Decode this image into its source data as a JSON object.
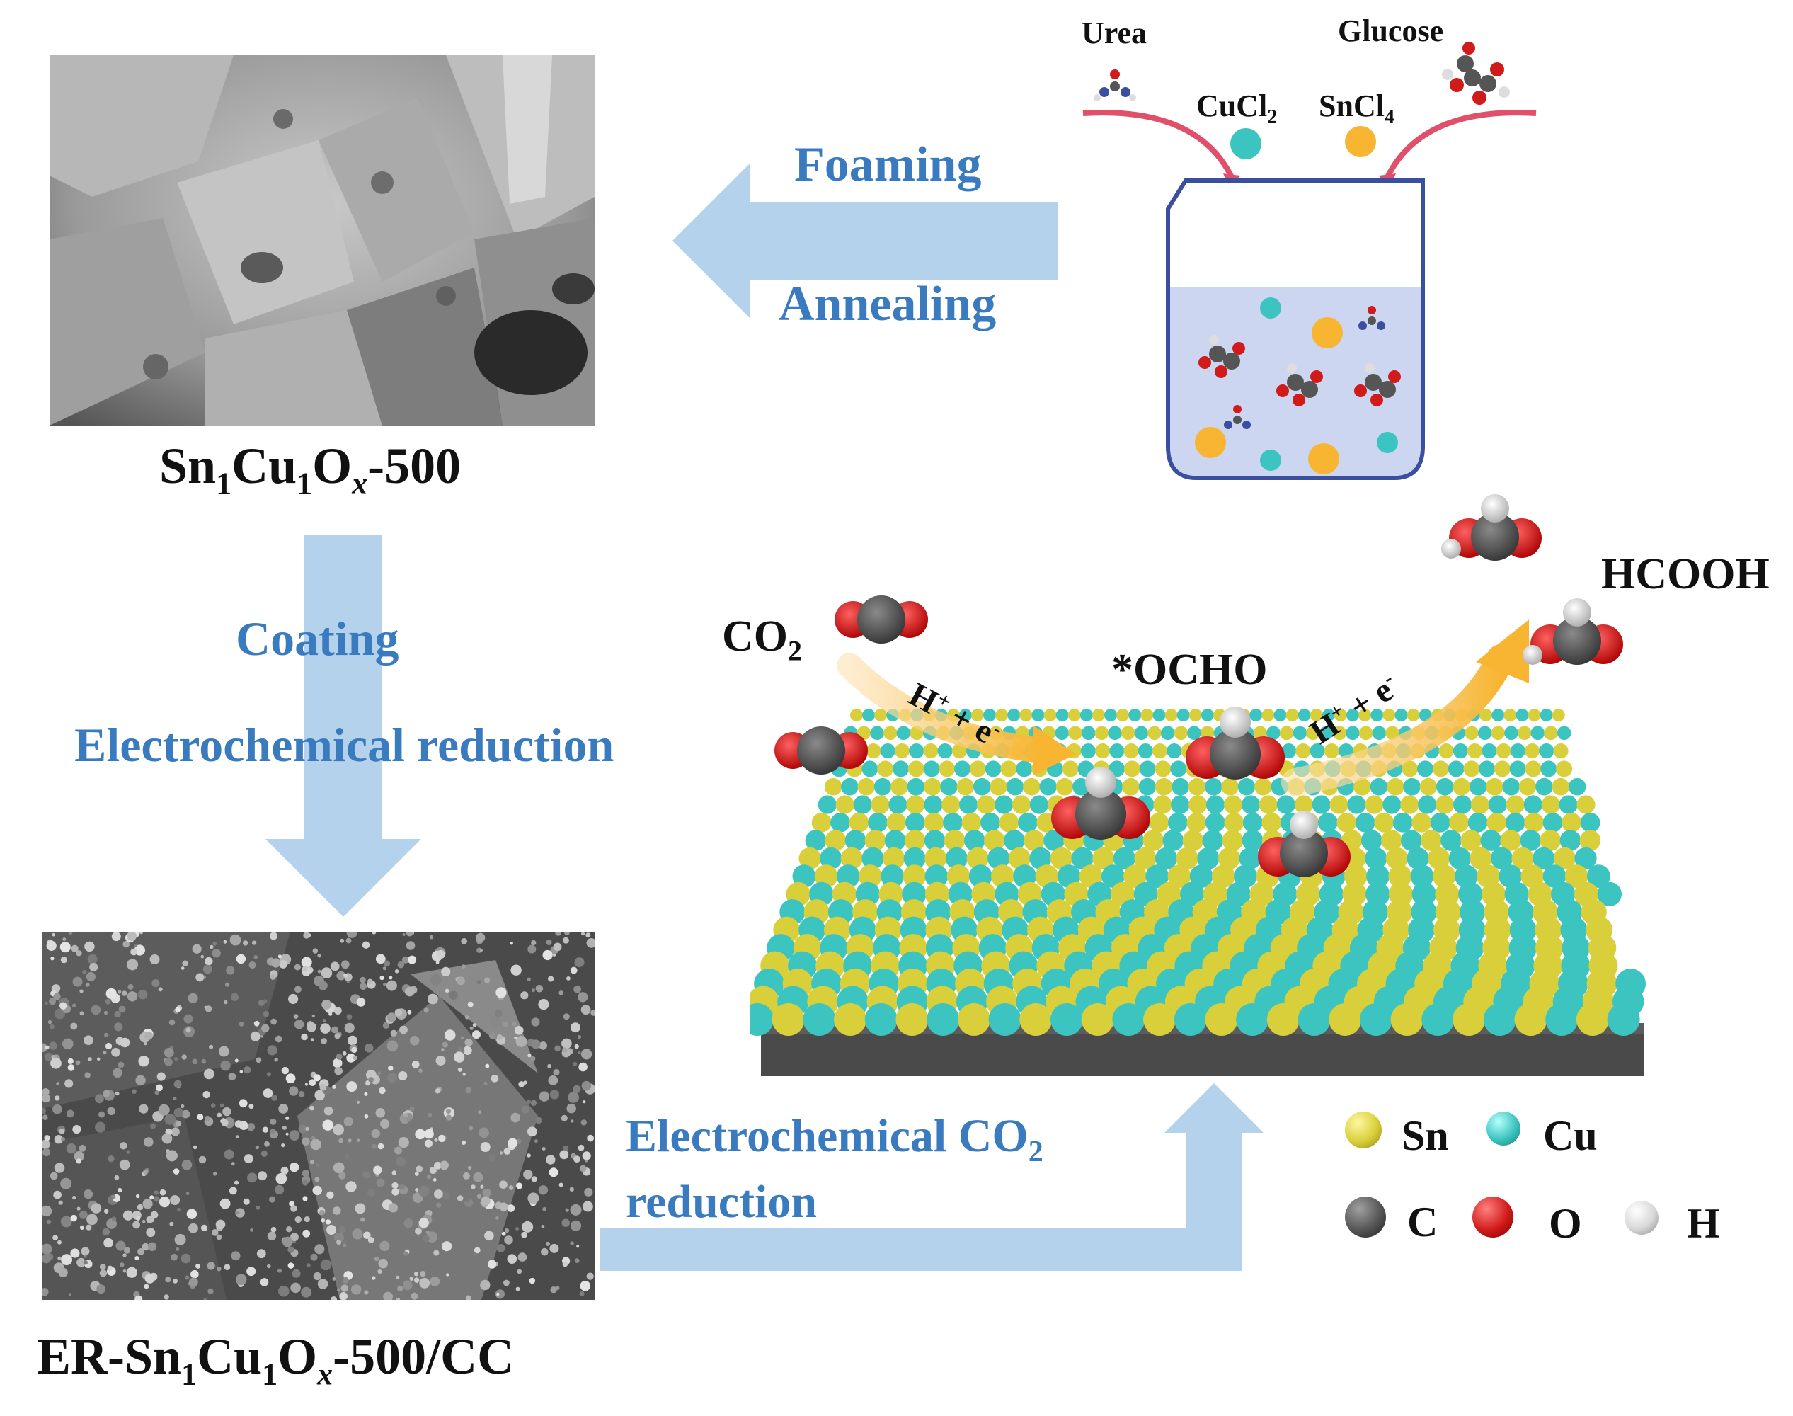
{
  "sem_top": {
    "label_parts": [
      "Sn",
      "1",
      "Cu",
      "1",
      "O",
      "x",
      "-500"
    ]
  },
  "sem_bottom": {
    "label_parts": [
      "ER-Sn",
      "1",
      "Cu",
      "1",
      "O",
      "x",
      "-500/CC"
    ]
  },
  "steps": {
    "foaming": "Foaming",
    "annealing": "Annealing",
    "coating": "Coating",
    "electro_reduction": "Electrochemical reduction",
    "eco2r_line1_main": "Electrochemical CO",
    "eco2r_line1_sub": "2",
    "eco2r_line2": "reduction"
  },
  "reagents": {
    "urea": "Urea",
    "glucose": "Glucose",
    "cucl2_main": "CuCl",
    "cucl2_sub": "2",
    "sncl4_main": "SnCl",
    "sncl4_sub": "4"
  },
  "reaction": {
    "co2_main": "CO",
    "co2_sub": "2",
    "ocho": "*OCHO",
    "hcooh": "HCOOH",
    "step1_h": "H",
    "step1_sup": "+",
    "step1_rest": " + e",
    "step1_esup": "-",
    "step2_h": "H",
    "step2_sup": "+",
    "step2_rest": " + e",
    "step2_esup": "-"
  },
  "legend": {
    "items": [
      {
        "label": "Sn",
        "color": "#d9cf3a"
      },
      {
        "label": "Cu",
        "color": "#3cc4c0"
      },
      {
        "label": "C",
        "color": "#555555"
      },
      {
        "label": "O",
        "color": "#d11a1a"
      },
      {
        "label": "H",
        "color": "#d8d8d8"
      }
    ]
  },
  "colors": {
    "arrow_blue": "#b5d2ec",
    "text_blue": "#3a7bbf",
    "pink_arrow": "#e0506a",
    "orange_arrow": "#f7b531"
  }
}
